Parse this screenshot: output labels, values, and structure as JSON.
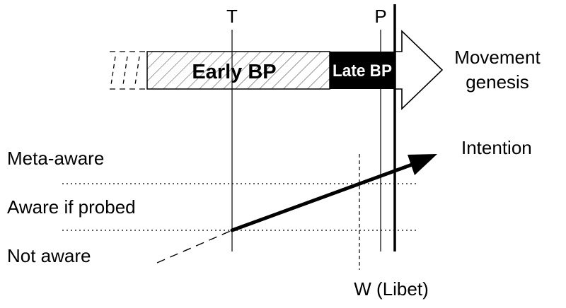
{
  "markers": {
    "t": "T",
    "p": "P",
    "w": "W (Libet)"
  },
  "bar": {
    "early": "Early BP",
    "late": "Late BP"
  },
  "movement": {
    "line1": "Movement",
    "line2": "genesis"
  },
  "intention": "Intention",
  "levels": {
    "meta": "Meta-aware",
    "probed": "Aware if probed",
    "not": "Not aware"
  },
  "colors": {
    "ink": "#000000",
    "background": "#ffffff"
  }
}
